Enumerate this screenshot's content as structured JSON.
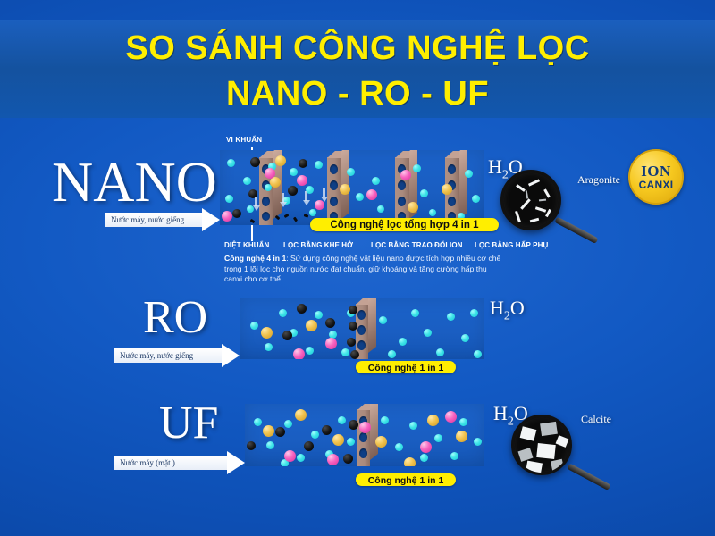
{
  "header": {
    "line1": "SO SÁNH CÔNG NGHỆ LỌC",
    "line2": "NANO - RO - UF",
    "accent_color": "#ffee00",
    "band_color": "#14529f"
  },
  "background_color": "#1259c3",
  "sections": [
    {
      "id": "nano",
      "brand": "NANO",
      "inflow_label": "Nước máy, nước giếng",
      "output_label": "H2O",
      "badge": "Công nghệ lọc tổng hợp 4 in 1",
      "top_callout": "VI KHUẨN",
      "stage_labels": [
        "DIỆT KHUẨN",
        "LỌC BẰNG KHE HỞ",
        "LỌC BẰNG TRAO ĐỔI ION",
        "LỌC BẰNG HẤP PHỤ"
      ],
      "description_bold": "Công nghệ 4 in 1",
      "description_text": ": Sử dụng công nghệ vật liệu nano được tích hợp nhiều cơ chế trong 1 lõi lọc cho nguồn nước đạt chuẩn, giữ khoáng và tăng cường hấp thụ canxi cho cơ thể.",
      "mineral_label": "Aragonite",
      "ion_badge_line1": "ION",
      "ion_badge_line2": "CANXI",
      "membrane_count": 4
    },
    {
      "id": "ro",
      "brand": "RO",
      "inflow_label": "Nước máy, nước giếng",
      "output_label": "H2O",
      "badge": "Công nghệ 1 in 1",
      "membrane_count": 1
    },
    {
      "id": "uf",
      "brand": "UF",
      "inflow_label": "Nước máy (mặt )",
      "output_label": "H2O",
      "badge": "Công nghệ 1 in 1",
      "mineral_label": "Calcite",
      "membrane_count": 1
    }
  ],
  "legend": {
    "cyan": "water-molecule",
    "black": "bacteria-contaminant",
    "gold": "mineral-gold",
    "pink": "mineral-pink"
  },
  "colors": {
    "particle_cyan": "#3fe4e8",
    "particle_black": "#141414",
    "particle_gold": "#f0c24e",
    "particle_pink": "#f864c0",
    "membrane": "#a98a7d",
    "badge_yellow": "#ffee00",
    "ion_badge": "#f6c81f"
  }
}
